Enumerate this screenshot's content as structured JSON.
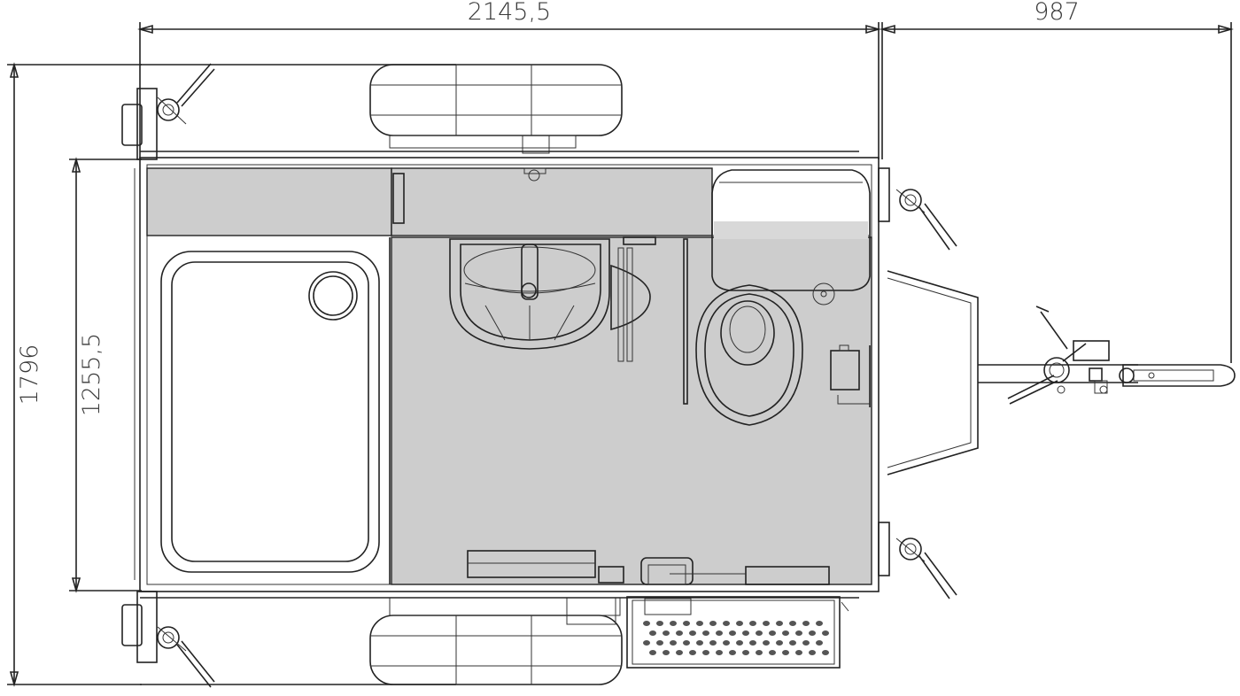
{
  "drawing": {
    "dimensions": {
      "overall_length": "2145,5",
      "drawbar_length": "987",
      "overall_width": "1796",
      "body_width": "1255,5"
    },
    "colors": {
      "line": "#222222",
      "floor": "#cdcdcd",
      "background": "#ffffff"
    }
  }
}
